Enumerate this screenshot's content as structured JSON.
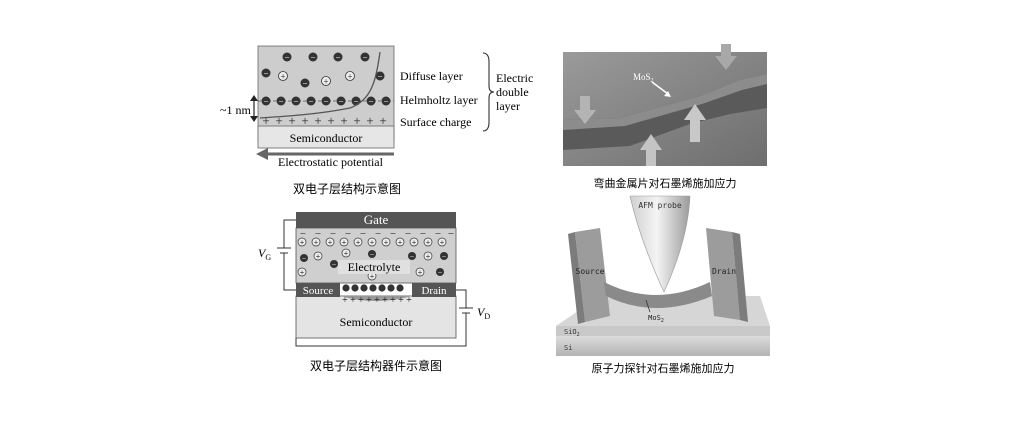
{
  "panel_a": {
    "labels": {
      "diffuse": "Diffuse layer",
      "helmholtz": "Helmholtz layer",
      "surface": "Surface charge",
      "edl_1": "Electric",
      "edl_2": "double",
      "edl_3": "layer",
      "thickness": "~1 nm",
      "semiconductor": "Semiconductor",
      "potential": "Electrostatic potential"
    },
    "caption": "双电子层结构示意图"
  },
  "panel_b": {
    "labels": {
      "mos2": "MoS",
      "mos2_sub": "2"
    },
    "caption": "弯曲金属片对石墨烯施加应力"
  },
  "panel_c": {
    "labels": {
      "gate": "Gate",
      "electrolyte": "Electrolyte",
      "source": "Source",
      "drain": "Drain",
      "semiconductor": "Semiconductor",
      "vg": "V",
      "vg_sub": "G",
      "vd": "V",
      "vd_sub": "D"
    },
    "caption": "双电子层结构器件示意图"
  },
  "panel_d": {
    "labels": {
      "probe": "AFM probe",
      "source": "Source",
      "drain": "Drain",
      "mos2": "MoS",
      "mos2_sub": "2",
      "sio2": "SiO",
      "sio2_sub": "2",
      "si": "Si"
    },
    "caption": "原子力探针对石墨烯施加应力"
  },
  "colors": {
    "panel_fill": "#cfcfcf",
    "dark": "#3a3a3a",
    "gate": "#555555"
  }
}
